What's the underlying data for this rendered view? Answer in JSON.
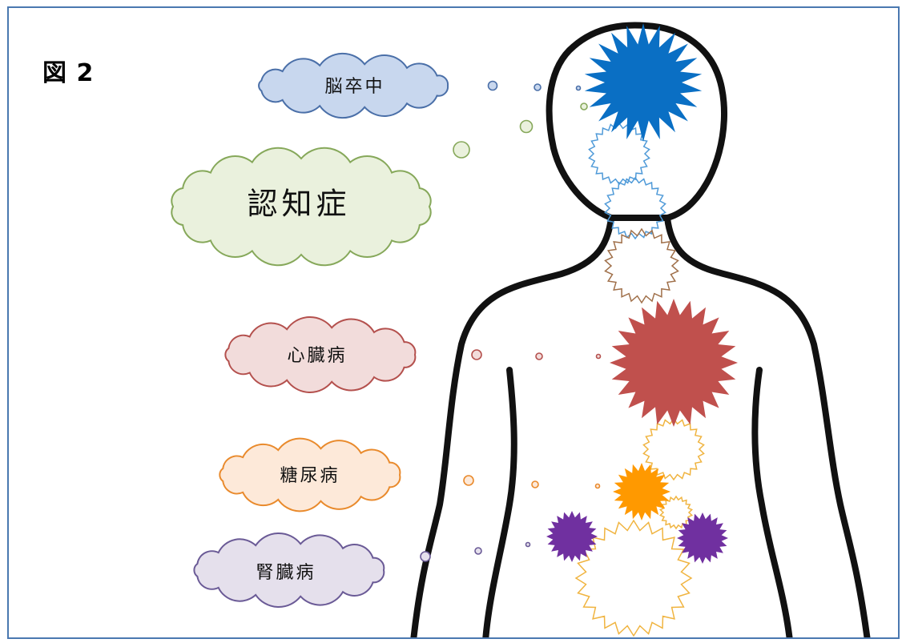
{
  "figure": {
    "label": "図 2"
  },
  "conditions": [
    {
      "id": "stroke",
      "label": "脳卒中",
      "color": "#0a6fc4",
      "cloud_fill": "#c8d7ee",
      "cloud_stroke": "#4a6fa8"
    },
    {
      "id": "dementia",
      "label": "認知症",
      "color": "#9bb56a",
      "cloud_fill": "#eaf1dd",
      "cloud_stroke": "#86a85a"
    },
    {
      "id": "heart",
      "label": "心臓病",
      "color": "#c0504d",
      "cloud_fill": "#f2dcdb",
      "cloud_stroke": "#b4504d"
    },
    {
      "id": "diabetes",
      "label": "糖尿病",
      "color": "#ff9900",
      "cloud_fill": "#fde9d9",
      "cloud_stroke": "#e98a2c"
    },
    {
      "id": "kidney",
      "label": "腎臓病",
      "color": "#7030a0",
      "cloud_fill": "#e5e0ec",
      "cloud_stroke": "#6a5a96"
    }
  ],
  "icons": {
    "outline": "human-body-outline-icon",
    "burst": "starburst-icon",
    "cloud": "thought-cloud-icon",
    "bubble": "thought-bubble-icon"
  }
}
